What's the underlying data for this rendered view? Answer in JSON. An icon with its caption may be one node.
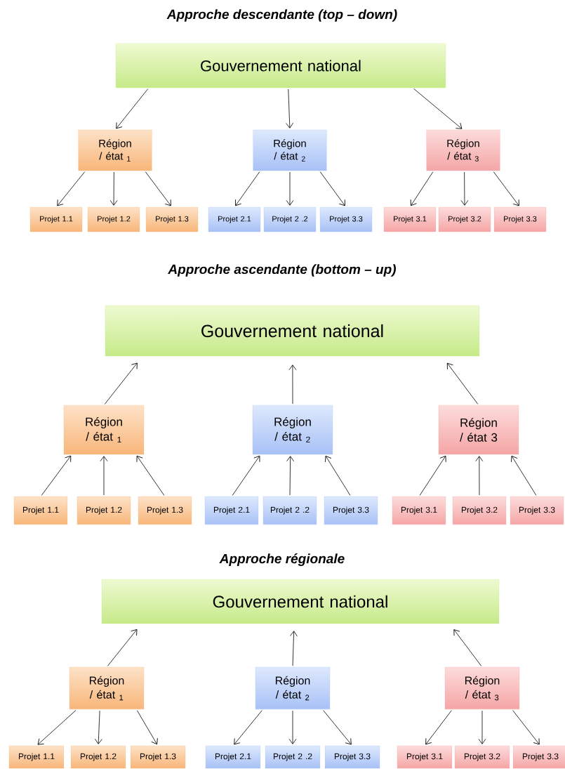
{
  "diagram": {
    "nodes": [
      {
        "text": [
          "Gouvernement national"
        ]
      },
      {
        "text": [
          "Région / état $_{1}$"
        ]
      },
      {
        "text": [
          "Région / état $_{2}$"
        ]
      },
      {
        "text": [
          "Région / état $_{3}$"
        ]
      },
      {
        "text": [
          "Projet 1.1"
        ]
      },
      {
        "text": [
          "Projet 1.2"
        ]
      },
      {
        "text": [
          "Projet 1.3"
        ]
      },
      {
        "text": [
          "Projet 2.1"
        ]
      },
      {
        "text": [
          "Projet 2 .2"
        ]
      },
      {
        "text": [
          "Projet 3.3"
        ]
      },
      {
        "text": [
          "Projet 3.1"
        ]
      },
      {
        "text": [
          "Projet 3.2"
        ]
      },
      {
        "text": [
          "Projet 3.3"
        ]
      },
      {
        "text": [
          "Gouvernement national"
        ]
      },
      {
        "text": [
          "Région / état $_{1}$"
        ]
      },
      {
        "text": [
          "Région / état $_{2}$"
        ]
      },
      {
        "text": [
          "Région / état 3"
        ]
      },
      {
        "text": [
          "Projet 1.1"
        ]
      },
      {
        "text": [
          "Projet 1.2"
        ]
      },
      {
        "text": [
          "Projet 1.3"
        ]
      },
      {
        "text": [
          "Projet 2.1"
        ]
      },
      {
        "text": [
          "Projet 2 .2"
        ]
      },
      {
        "text": [
          "Projet 3.3"
        ]
      },
      {
        "text": [
          "Projet 3.1"
        ]
      },
      {
        "text": [
          "Projet 3.2"
        ]
      },
      {
        "text": [
          "Projet 3.3"
        ]
      },
      {
        "text": [
          "Gouvernement national"
        ]
      },
      {
        "text": [
          "Région / état $_{1}$"
        ]
      },
      {
        "text": [
          "Région / état $_{2}$"
        ]
      },
      {
        "text": [
          "Région / état $_{3}$"
        ]
      },
      {
        "text": [
          "Projet 1.1"
        ]
      },
      {
        "text": [
          "Projet 1.2"
        ]
      },
      {
        "text": [
          "Projet 1.3"
        ]
      },
      {
        "text": [
          "Projet 2.1"
        ]
      },
      {
        "text": [
          "Projet 2 .2"
        ]
      },
      {
        "text": [
          "Projet 3.3"
        ]
      },
      {
        "text": [
          "Projet 3.1"
        ]
      },
      {
        "text": [
          "Projet 3.2"
        ]
      },
      {
        "text": [
          "Projet 3.3"
        ]
      }
    ],
    "edges": [
      {
        "from": 0,
        "to": 1,
        "arrow": "to"
      },
      {
        "from": 0,
        "to": 2,
        "arrow": "to"
      },
      {
        "from": 0,
        "to": 3,
        "arrow": "to"
      },
      {
        "from": 1,
        "to": 4,
        "arrow": "to"
      },
      {
        "from": 1,
        "to": 5,
        "arrow": "to"
      },
      {
        "from": 1,
        "to": 6,
        "arrow": "to"
      },
      {
        "from": 2,
        "to": 7,
        "arrow": "to"
      },
      {
        "from": 2,
        "to": 8,
        "arrow": "to"
      },
      {
        "from": 2,
        "to": 9,
        "arrow": "to"
      },
      {
        "from": 3,
        "to": 10,
        "arrow": "to"
      },
      {
        "from": 3,
        "to": 11,
        "arrow": "to"
      },
      {
        "from": 3,
        "to": 12,
        "arrow": "to"
      },
      {
        "from": 14,
        "to": 13,
        "arrow": "to"
      },
      {
        "from": 15,
        "to": 13,
        "arrow": "to"
      },
      {
        "from": 16,
        "to": 13,
        "arrow": "to"
      },
      {
        "from": 17,
        "to": 14,
        "arrow": "to"
      },
      {
        "from": 18,
        "to": 14,
        "arrow": "to"
      },
      {
        "from": 19,
        "to": 14,
        "arrow": "to"
      },
      {
        "from": 20,
        "to": 15,
        "arrow": "to"
      },
      {
        "from": 21,
        "to": 15,
        "arrow": "to"
      },
      {
        "from": 22,
        "to": 15,
        "arrow": "to"
      },
      {
        "from": 23,
        "to": 16,
        "arrow": "to"
      },
      {
        "from": 24,
        "to": 16,
        "arrow": "to"
      },
      {
        "from": 25,
        "to": 16,
        "arrow": "to"
      },
      {
        "from": 27,
        "to": 26,
        "arrow": "to"
      },
      {
        "from": 28,
        "to": 26,
        "arrow": "to"
      },
      {
        "from": 29,
        "to": 26,
        "arrow": "to"
      },
      {
        "from": 27,
        "to": 30,
        "arrow": "to"
      },
      {
        "from": 27,
        "to": 31,
        "arrow": "to"
      },
      {
        "from": 27,
        "to": 32,
        "arrow": "to"
      },
      {
        "from": 28,
        "to": 33,
        "arrow": "to"
      },
      {
        "from": 28,
        "to": 34,
        "arrow": "to"
      },
      {
        "from": 28,
        "to": 35,
        "arrow": "to"
      },
      {
        "from": 29,
        "to": 36,
        "arrow": "to"
      },
      {
        "from": 29,
        "to": 37,
        "arrow": "to"
      },
      {
        "from": 29,
        "to": 38,
        "arrow": "to"
      }
    ],
    "labels": [
      "Approche descendante (top – down)",
      "Approche ascendante (bottom – up)",
      "Approche régionale"
    ]
  }
}
